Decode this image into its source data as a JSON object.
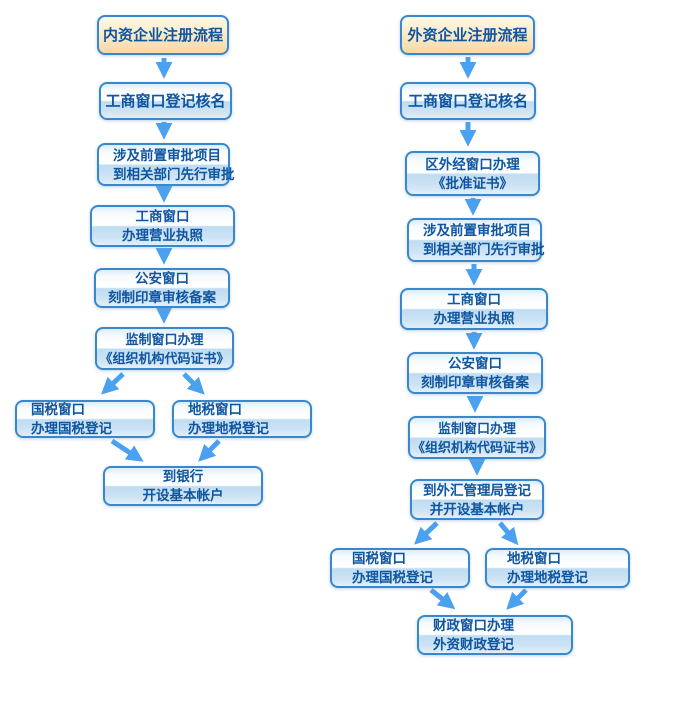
{
  "diagram": {
    "flow_left": {
      "title": "内资企业注册流程",
      "steps": [
        {
          "line1": "工商窗口登记核名"
        },
        {
          "line1": "涉及前置审批项目",
          "line2": "到相关部门先行审批"
        },
        {
          "line1": "工商窗口",
          "line2": "办理营业执照"
        },
        {
          "line1": "公安窗口",
          "line2": "刻制印章审核备案"
        },
        {
          "line1": "监制窗口办理",
          "line2": "《组织机构代码证书》"
        },
        {
          "line1": "国税窗口",
          "line2": "办理国税登记"
        },
        {
          "line1": "地税窗口",
          "line2": "办理地税登记"
        },
        {
          "line1": "到银行",
          "line2": "开设基本帐户"
        }
      ],
      "connections": [
        "内资企业注册流程 → 工商窗口登记核名",
        "工商窗口登记核名 → 涉及前置审批项目到相关部门先行审批",
        "涉及前置审批项目到相关部门先行审批 → 工商窗口办理营业执照",
        "工商窗口办理营业执照 → 公安窗口刻制印章审核备案",
        "公安窗口刻制印章审核备案 → 监制窗口办理《组织机构代码证书》",
        "监制窗口办理《组织机构代码证书》 → 国税窗口办理国税登记",
        "监制窗口办理《组织机构代码证书》 → 地税窗口办理地税登记",
        "国税窗口办理国税登记 → 到银行开设基本帐户",
        "地税窗口办理地税登记 → 到银行开设基本帐户"
      ]
    },
    "flow_right": {
      "title": "外资企业注册流程",
      "steps": [
        {
          "line1": "工商窗口登记核名"
        },
        {
          "line1": "区外经窗口办理",
          "line2": "《批准证书》"
        },
        {
          "line1": "涉及前置审批项目",
          "line2": "到相关部门先行审批"
        },
        {
          "line1": "工商窗口",
          "line2": "办理营业执照"
        },
        {
          "line1": "公安窗口",
          "line2": "刻制印章审核备案"
        },
        {
          "line1": "监制窗口办理",
          "line2": "《组织机构代码证书》"
        },
        {
          "line1": "到外汇管理局登记",
          "line2": "并开设基本帐户"
        },
        {
          "line1": "国税窗口",
          "line2": "办理国税登记"
        },
        {
          "line1": "地税窗口",
          "line2": "办理地税登记"
        },
        {
          "line1": "财政窗口办理",
          "line2": "外资财政登记"
        }
      ],
      "connections": [
        "外资企业注册流程 → 工商窗口登记核名",
        "工商窗口登记核名 → 区外经窗口办理《批准证书》",
        "区外经窗口办理《批准证书》 → 涉及前置审批项目到相关部门先行审批",
        "涉及前置审批项目到相关部门先行审批 → 工商窗口办理营业执照",
        "工商窗口办理营业执照 → 公安窗口刻制印章审核备案",
        "公安窗口刻制印章审核备案 → 监制窗口办理《组织机构代码证书》",
        "监制窗口办理《组织机构代码证书》 → 到外汇管理局登记并开设基本帐户",
        "到外汇管理局登记并开设基本帐户 → 国税窗口办理国税登记",
        "到外汇管理局登记并开设基本帐户 → 地税窗口办理地税登记",
        "国税窗口办理国税登记 → 财政窗口办理外资财政登记",
        "地税窗口办理地税登记 → 财政窗口办理外资财政登记"
      ]
    },
    "colors": {
      "box_border": "#3a87cc",
      "arrow": "#4aa1ef",
      "text": "#0f55a0",
      "blue_box_fill_bottom": "#bfdcf2",
      "orange_box_fill_bottom": "#f7d8a6"
    }
  }
}
